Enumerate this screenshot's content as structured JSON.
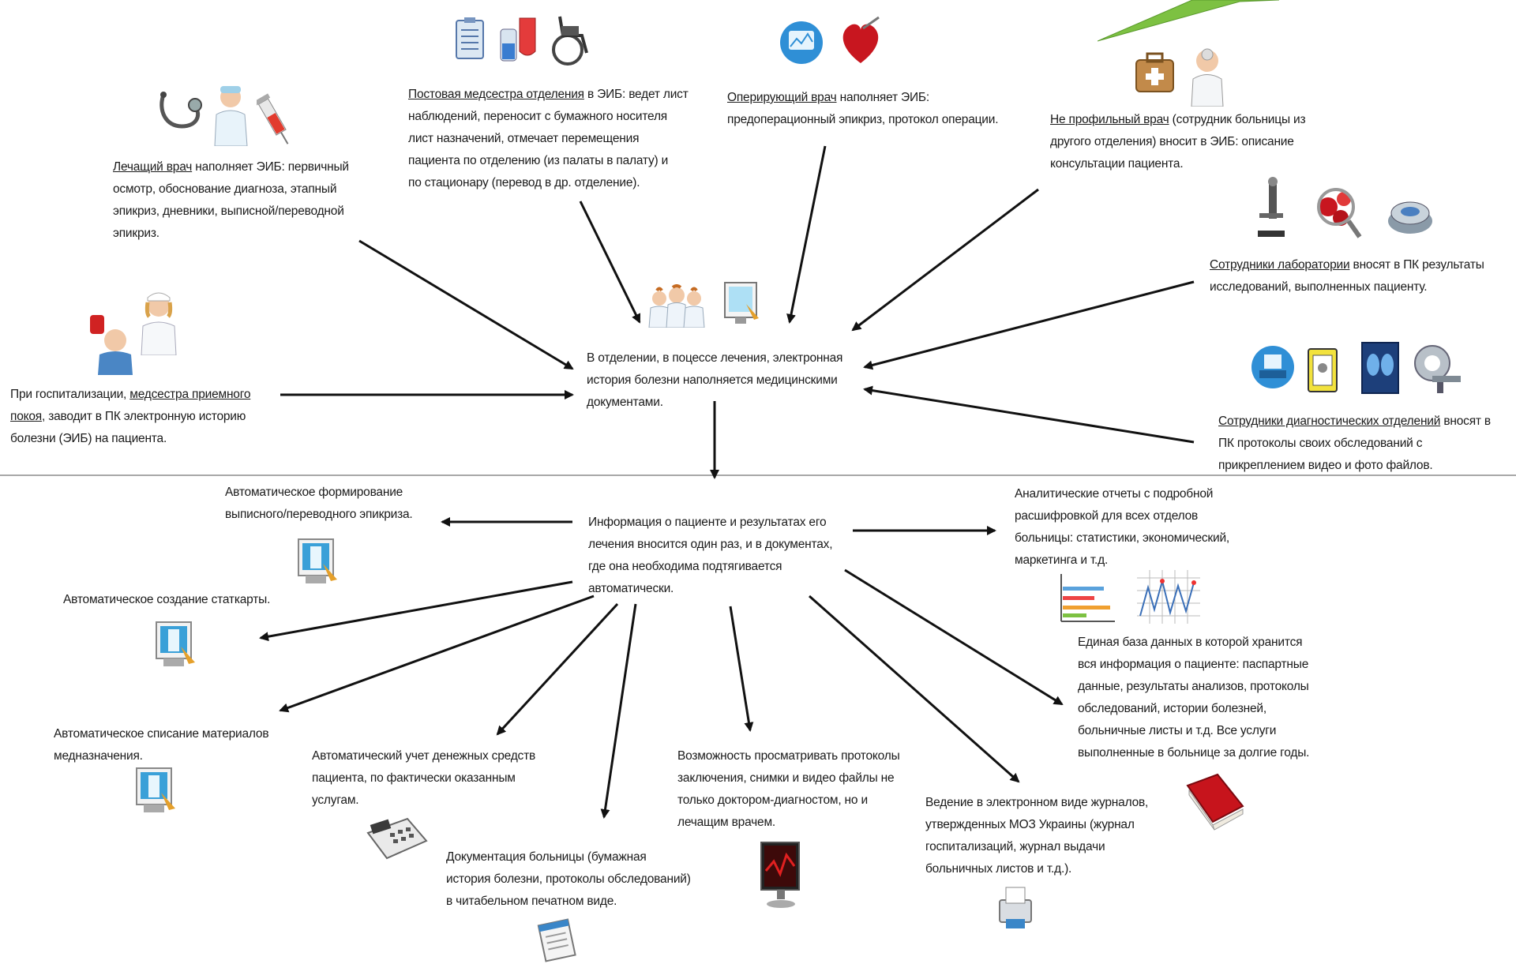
{
  "blocks": {
    "attending_doctor": {
      "role": "Лечащий врач",
      "rest": " наполняет ЭИБ: первичный\nосмотр, обоснование диагноза, этапный\nэпикриз,  дневники, выписной/переводной\nэпикриз."
    },
    "ward_nurse": {
      "role": "Постовая медсестра отделения",
      "rest": " в ЭИБ: ведет лист\nнаблюдений, переносит с бумажного носителя\nлист назначений, отмечает перемещения\nпациента по отделению (из палаты в палату) и\nпо стационару (перевод в др. отделение)."
    },
    "surgeon": {
      "role": "Оперирующий врач",
      "rest": " наполняет ЭИБ:\nпредоперационный эпикриз, протокол операции."
    },
    "consultant": {
      "role": "Не профильный врач",
      "rest": " (сотрудник больницы из\nдругого отделения) вносит в ЭИБ: описание\nконсультации пациента."
    },
    "lab_staff": {
      "role": "Сотрудники лаборатории",
      "rest": " вносят в ПК результаты\nисследований, выполненных пациенту."
    },
    "diagnostics_staff": {
      "role": "Сотрудники диагностических отделений",
      "rest": " вносят в\nПК протоколы своих обследований с\nприкреплением видео и фото файлов."
    },
    "admission_nurse": {
      "pre": "При госпитализации,  ",
      "role": "медсестра приемного\nпокоя",
      "rest": ", заводит в ПК электронную историю\nболезни (ЭИБ) на пациента."
    }
  },
  "center_top": "В отделении, в поцессе лечения, электронная\nистория болезни наполняется медицинскими\nдокументами.",
  "center_bottom": "Информация о пациенте и результатах его\nлечения вносится один раз, и в документах,\nгде она необходима подтягивается\nавтоматически.",
  "outputs": {
    "discharge_epicrisis": "Автоматическое формирование\nвыписного/переводного эпикриза.",
    "stat_card": "Автоматическое создание статкарты.",
    "materials_writeoff": "Автоматическое списание материалов\nмедназначения.",
    "patient_billing": "Автоматический учет денежных средств\nпациента, по фактически оказанным\nуслугам.",
    "printable_docs": "Документация больницы (бумажная\nистория болезни, протоколы обследований)\nв читабельном печатном виде.",
    "view_protocols": "Возможность просматривать протоколы\nзаключения, снимки и видео файлы не\nтолько доктором-диагностом, но и\nлечащим врачем.",
    "journals": "Ведение в электронном виде журналов,\nутвержденных МОЗ Украины (журнал\nгоспитализаций, журнал выдачи\nбольничных листов и т.д.).",
    "analytics": "Аналитические отчеты с подробной\nрасшифровкой для всех отделов\nбольницы: статистики, экономический,\nмаркетинга и т.д.",
    "database": "Единая база данных в которой хранится\nвся информация о пациенте: паспартные\nданные, результаты анализов, протоколы\nобследований, истории болезней,\nбольничные листы и т.д. Все услуги\nвыполненные в больнице за долгие годы."
  },
  "colors": {
    "accent_green": "#7dc142",
    "arrow": "#111111",
    "divider": "#a8a8a8"
  },
  "icons": [
    "stethoscope-icon",
    "doctor-icon",
    "syringe-icon",
    "medical-chart-icon",
    "blood-bag-icon",
    "wheelchair-icon",
    "surgery-monitor-icon",
    "heart-icon",
    "medical-case-icon",
    "specialist-icon",
    "microscope-icon",
    "molecule-icon",
    "analyzer-icon",
    "scanner-icon",
    "xray-film-icon",
    "xray-viewer-icon",
    "ct-scanner-icon",
    "nurse-icon",
    "patient-icon",
    "staff-group-icon",
    "ehr-monitor-icon",
    "computer-icon",
    "cash-register-icon",
    "printed-docs-icon",
    "video-monitor-icon",
    "printer-icon",
    "book-icon",
    "bar-chart-icon",
    "line-chart-icon"
  ]
}
